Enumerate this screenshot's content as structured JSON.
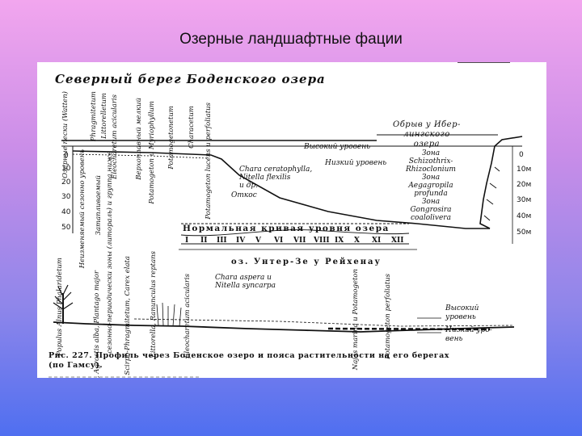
{
  "slide": {
    "title": "Озерные ландшафтные фации"
  },
  "figure": {
    "title": "Северный берег Боденского озера",
    "cliff_label": "Обрыв у Ибер-\nлингского\nозера",
    "high_level": "Высокий уровень",
    "low_level": "Низкий уровень",
    "chara_note": "Chara ceratophylla,\nNitella flexilis\nи др.",
    "otkos": "Откос",
    "normal_curve": "Нормальная кривая уровня озера",
    "months": [
      "I",
      "II",
      "III",
      "IV",
      "V",
      "VI",
      "VII",
      "VIII",
      "IX",
      "X",
      "XI",
      "XII"
    ],
    "depths_left": [
      "0",
      "10",
      "20",
      "30",
      "40",
      "50"
    ],
    "depths_right": [
      "0",
      "10м",
      "20м",
      "30м",
      "40м",
      "50м"
    ],
    "zones_right": "Зона\nSchizothrix-\nRhizoclonium\nЗона\nAegagropila\nprofunda\nЗона\nGongrosira\ncoalolivera",
    "zone_label_right_top": "зона",
    "plant_labels_top": [
      "Озерные пески (Watten)",
      "Phragmitetum",
      "Littorelletum",
      "Eleocharetum acicularis",
      "Верхоплавный мелкий",
      "Potamogeton и Myriophyllum",
      "Potamogetonetum",
      "Characetum",
      "Potamogeton lucens и perfoliatus"
    ],
    "zone_labels_left": [
      "Неизменяемый сезонно уровень",
      "Затапливаемый",
      "сезонно-периодически зоны (литораль) и группа ниже"
    ],
    "lower_title": "оз. Унтер-Зе у Рейхенау",
    "lower_chara": "Chara aspera и\nNitella syncarpa",
    "lower_plants_left": [
      "Populus Alnus Phalaridetum",
      "Salicetum purpureae, Agrostis alba, Plantago major",
      "Scirpo-Phragmitetum, Carex elata",
      "Littorella, Ranunculus reptans",
      "Eleocharetum acicularis"
    ],
    "lower_plants_right": [
      "Najas marina и Potamogeton",
      "Potamogeton perfoliatus"
    ],
    "lower_high": "Высокий\nуровень",
    "lower_low": "Низкий уро-\nвень",
    "caption": "Рис. 227. Профиль через Боденское озеро и пояса растительности на его берегах\n(по Гамсу)."
  }
}
